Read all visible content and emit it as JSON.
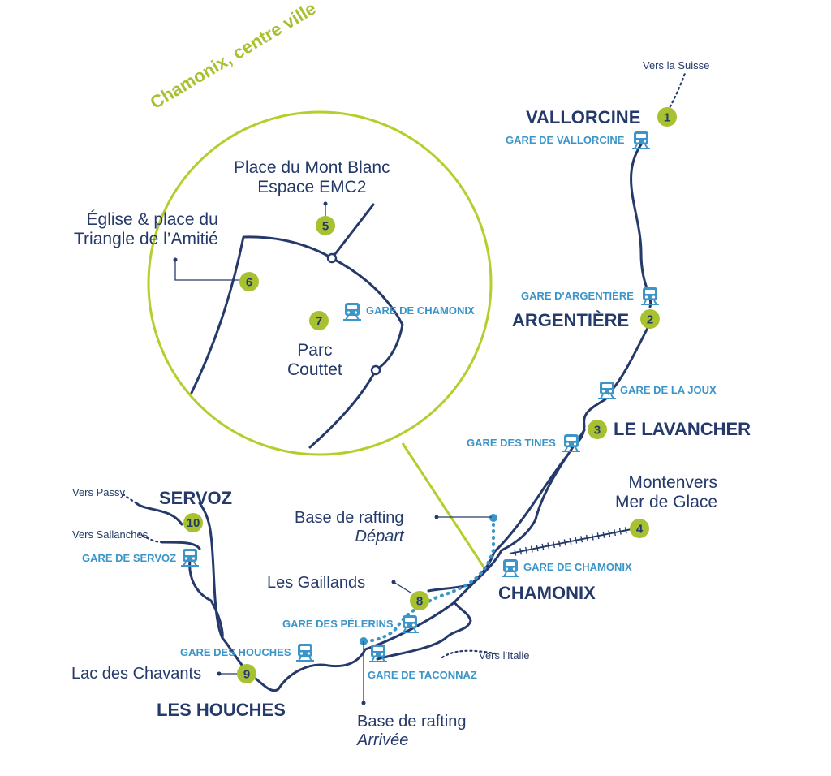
{
  "colors": {
    "navy": "#253a6b",
    "station_blue": "#3b95c8",
    "badge_green": "#a7c131",
    "circle_green": "#b6cd2d"
  },
  "inset": {
    "title": "Chamonix, centre ville"
  },
  "towns": {
    "vallorcine": "VALLORCINE",
    "argentiere": "ARGENTIÈRE",
    "lavancher": "LE LAVANCHER",
    "chamonix": "CHAMONIX",
    "servoz": "SERVOZ",
    "houches": "LES HOUCHES"
  },
  "stations": {
    "vallorcine": "GARE DE VALLORCINE",
    "argentiere": "GARE D'ARGENTIÈRE",
    "la_joux": "GARE DE LA JOUX",
    "tines": "GARE DES TINES",
    "chamonix": "GARE DE CHAMONIX",
    "chamonix_inset": "GARE DE CHAMONIX",
    "pelerins": "GARE DES PÉLERINS",
    "taconnaz": "GARE DE TACONNAZ",
    "houches": "GARE DES HOUCHES",
    "servoz": "GARE DE SERVOZ"
  },
  "directions": {
    "suisse": "Vers la Suisse",
    "passy": "Vers Passy",
    "sallanches": "Vers Sallanches",
    "italie": "Vers l'Italie"
  },
  "places": {
    "mont_blanc_line1": "Place du Mont Blanc",
    "mont_blanc_line2": "Espace EMC2",
    "eglise_line1": "Église & place du",
    "eglise_line2": "Triangle de l’Amitié",
    "parc_line1": "Parc",
    "parc_line2": "Couttet",
    "montenvers_line1": "Montenvers",
    "montenvers_line2": "Mer de Glace",
    "rafting_depart_line1": "Base de rafting",
    "rafting_depart_line2": "Départ",
    "gaillands": "Les Gaillands",
    "chavants": "Lac des Chavants",
    "rafting_arrivee_line1": "Base de rafting",
    "rafting_arrivee_line2": "Arrivée"
  },
  "badges": [
    {
      "number": "1"
    },
    {
      "number": "2"
    },
    {
      "number": "3"
    },
    {
      "number": "4"
    },
    {
      "number": "5"
    },
    {
      "number": "6"
    },
    {
      "number": "7"
    },
    {
      "number": "8"
    },
    {
      "number": "9"
    },
    {
      "number": "10"
    }
  ],
  "icons": {
    "station": "train-icon",
    "badge": "numbered-point-badge"
  }
}
